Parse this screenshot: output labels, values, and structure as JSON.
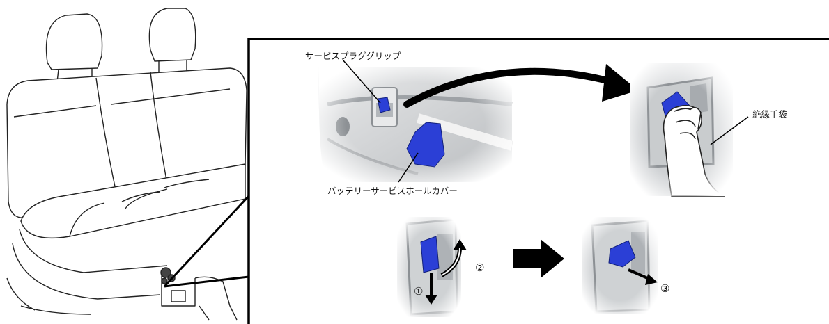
{
  "labels": {
    "service_plug_grip": "サービスプラググリップ",
    "battery_service_hole_cover": "バッテリーサービスホールカバー",
    "insulated_gloves": "絶縁手袋"
  },
  "steps": {
    "step1": "①",
    "step2": "②",
    "step3": "③"
  },
  "colors": {
    "part_blue": "#2b3fd6",
    "photo_grey": "#d4d6d8",
    "outline": "#000000"
  }
}
